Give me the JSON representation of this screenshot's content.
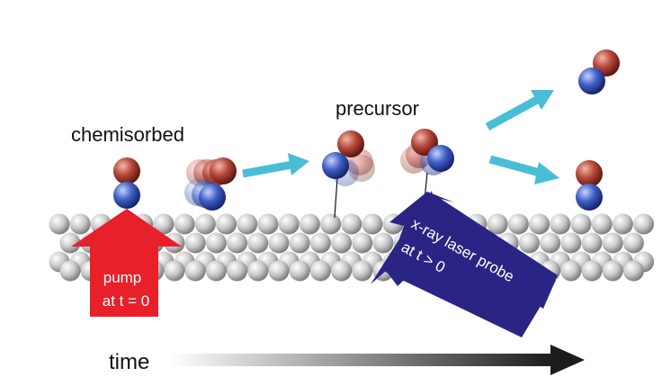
{
  "labels": {
    "chemisorbed": "chemisorbed",
    "precursor": "precursor",
    "pump_line1": "pump",
    "pump_line2": "at t = 0",
    "probe_line1": "x-ray laser probe",
    "probe_line2": "at t > 0",
    "time": "time"
  },
  "colors": {
    "pump_arrow": "#e8202a",
    "probe_arrow": "#2a2584",
    "motion_arrow": "#48bdd6",
    "oxygen_atom": "#b5473a",
    "carbon_atom": "#3f5ec4",
    "surface_atom": "#c8c8c8",
    "time_gradient_start": "#ffffff",
    "time_gradient_end": "#1c1c1c"
  },
  "icons": {
    "molecule": "co-molecule-icon",
    "surface": "metal-surface-icon"
  }
}
